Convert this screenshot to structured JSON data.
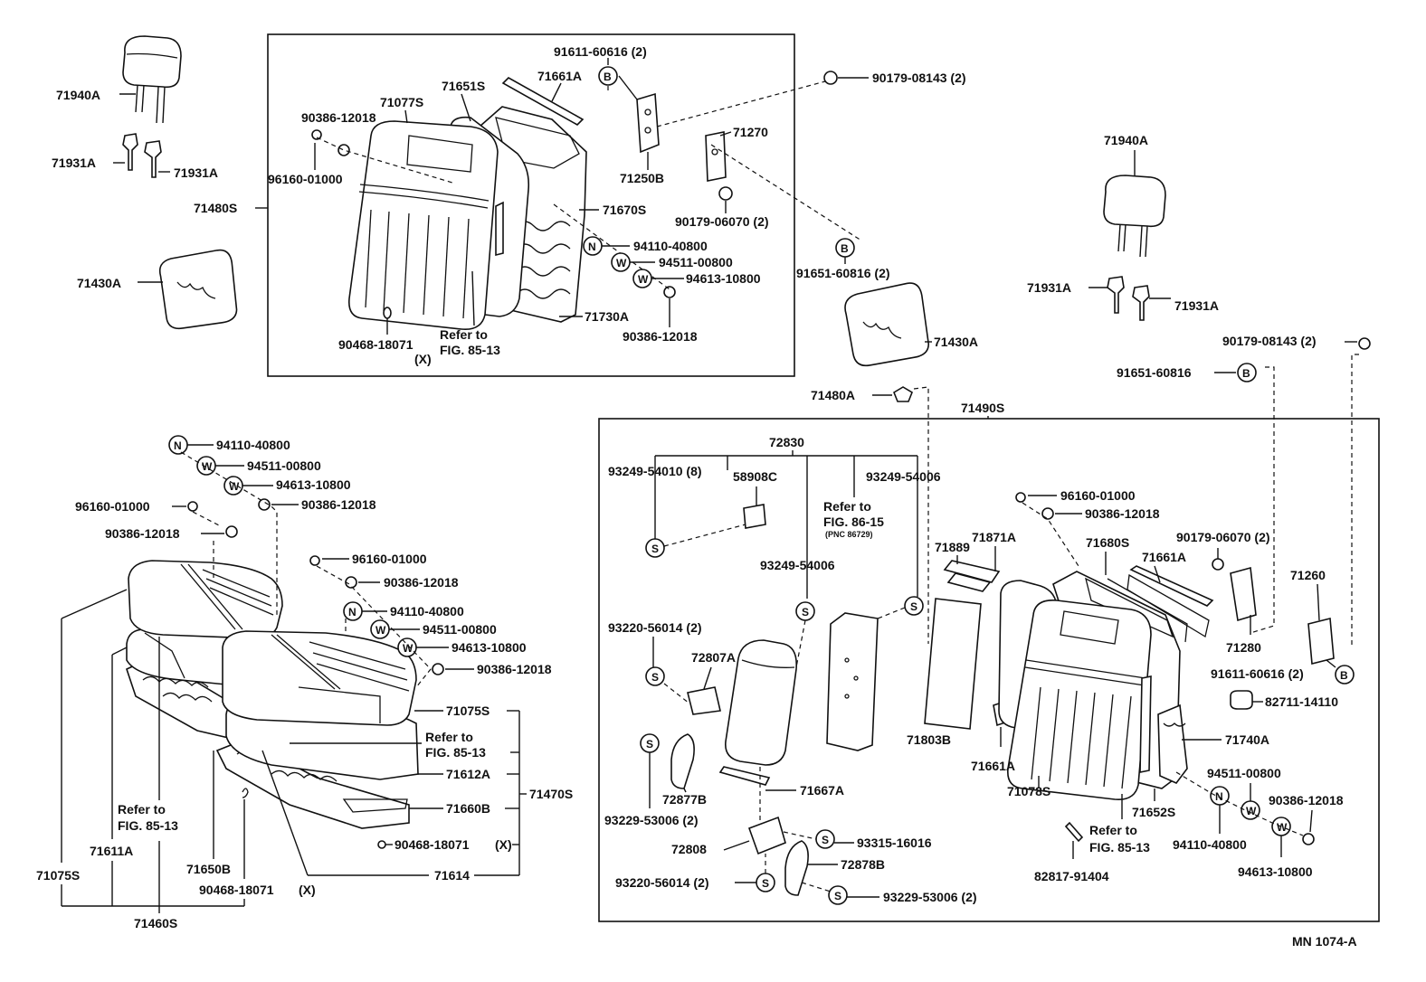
{
  "figure_code": "MN 1074-A",
  "symbols": {
    "B": "B",
    "N": "N",
    "W": "W",
    "S": "S"
  },
  "front_back": {
    "headrest": "71940A",
    "support_l": "71931A",
    "support_r": "71931A",
    "back_assy": "71480S",
    "pad": "71430A",
    "cover": "71077S",
    "frame_set": "71651S",
    "top_cushion": "71661A",
    "bolt_b": "91611-60616 (2)",
    "nut_top": "90179-08143 (2)",
    "hinge": "71250B",
    "hinge2": "71270",
    "nut_mid": "90179-06070 (2)",
    "hook": "96160-01000",
    "nut_left": "90386-12018",
    "spring": "71670S",
    "nut_n": "94110-40800",
    "washer_w": "94511-00800",
    "washer_w2": "94613-10800",
    "pad2": "71730A",
    "nut_low": "90386-12018",
    "ring": "90468-18071",
    "ring_x": "(X)",
    "refer1": "Refer to",
    "refer2": "FIG. 85-13",
    "bolt_b2": "91651-60816 (2)",
    "pad_right": "71430A",
    "clip": "71480A"
  },
  "front_cushion": {
    "n1": "94110-40800",
    "w1": "94511-00800",
    "w2": "94613-10800",
    "hook1": "96160-01000",
    "nut1": "90386-12018",
    "nut2": "90386-12018",
    "hook2": "96160-01000",
    "nut3": "90386-12018",
    "n2": "94110-40800",
    "w3": "94511-00800",
    "w4": "94613-10800",
    "nut4": "90386-12018",
    "cover_r": "71075S",
    "refer1": "Refer to",
    "refer2": "FIG. 85-13",
    "pad": "71612A",
    "assy": "71470S",
    "frame": "71660B",
    "ring": "90468-18071",
    "ring_x": "(X)",
    "lower": "71614",
    "cover_l": "71075S",
    "refer3": "Refer to",
    "refer4": "FIG. 85-13",
    "pad_l": "71611A",
    "spring": "71650B",
    "ring2": "90468-18071",
    "ring2_x": "(X)",
    "assy_total": "71460S"
  },
  "rear_right": {
    "headrest": "71940A",
    "support_l": "71931A",
    "support_r": "71931A",
    "nut_top": "90179-08143 (2)",
    "bolt_b": "91651-60816",
    "assy": "71490S"
  },
  "armrest": {
    "group": "72830",
    "screw_l": "93249-54010 (8)",
    "bracket": "58908C",
    "screw_r": "93249-54006",
    "refer1": "Refer to",
    "refer2": "FIG. 86-15",
    "pnc": "(PNC 86729)",
    "screw_mid": "93249-54006",
    "pad": "71889",
    "pad2": "71871A",
    "board": "71803B",
    "screw_a": "93220-56014 (2)",
    "hinge": "72807A",
    "cover": "72877B",
    "screw_b": "93229-53006 (2)",
    "bar": "71667A",
    "lock": "72808",
    "screw_c": "93315-16016",
    "screw_d": "93220-56014 (2)",
    "cover2": "72878B",
    "screw_e": "93229-53006 (2)"
  },
  "rear_back": {
    "hook": "96160-01000",
    "nut1": "90386-12018",
    "spring": "71680S",
    "nut2": "90179-06070 (2)",
    "cushion": "71661A",
    "hinge": "71260",
    "hinge2": "71280",
    "bolt": "91611-60616 (2)",
    "clip": "82711-14110",
    "pad": "71740A",
    "w1": "94511-00800",
    "nut3": "90386-12018",
    "cushion2": "71661A",
    "cover": "71078S",
    "frame": "71652S",
    "refer1": "Refer to",
    "refer2": "FIG. 85-13",
    "n1": "94110-40800",
    "w2": "94613-10800",
    "stopper": "82817-91404"
  }
}
